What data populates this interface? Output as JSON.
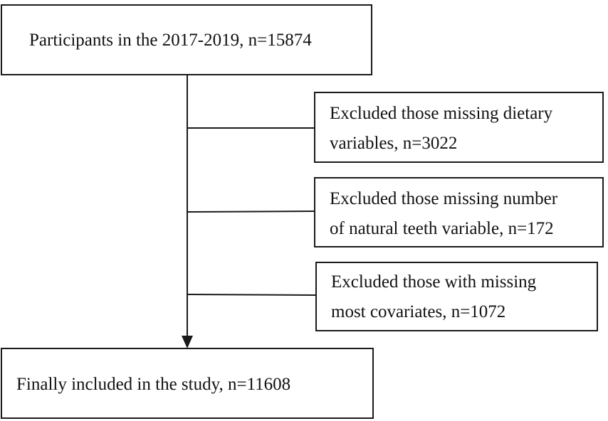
{
  "flow": {
    "top_box": "Participants in the 2017-2019, n=15874",
    "exclusions": [
      "Excluded those missing dietary\nvariables, n=3022",
      "Excluded those missing number\nof natural teeth variable, n=172",
      "Excluded those with missing\nmost covariates, n=1072"
    ],
    "bottom_box": "Finally included in the study, n=11608"
  },
  "colors": {
    "line": "#1a1a1a",
    "text": "#111111",
    "background": "#ffffff"
  }
}
